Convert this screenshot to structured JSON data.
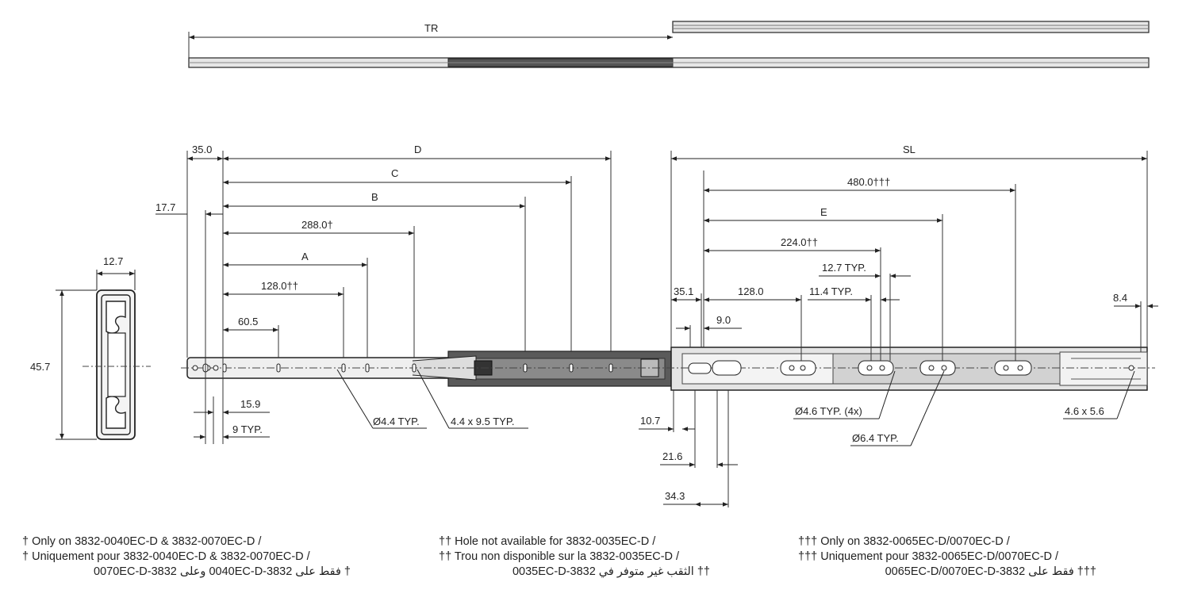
{
  "dimensions": {
    "tr": "TR",
    "d": "D",
    "c": "C",
    "b": "B",
    "a": "A",
    "e": "E",
    "sl": "SL",
    "d_35_0": "35.0",
    "d_17_7": "17.7",
    "d_288_0": "288.0†",
    "d_128_0_dd": "128.0††",
    "d_60_5": "60.5",
    "d_15_9": "15.9",
    "d_9_typ": "9 TYP.",
    "d_12_7": "12.7",
    "d_45_7": "45.7",
    "d_480_0": "480.0†††",
    "d_224_0": "224.0††",
    "d_12_7_typ": "12.7 TYP.",
    "d_11_4_typ": "11.4 TYP.",
    "d_35_1": "35.1",
    "d_128_0": "128.0",
    "d_9_0": "9.0",
    "d_8_4": "8.4",
    "d_10_7": "10.7",
    "d_21_6": "21.6",
    "d_34_3": "34.3"
  },
  "callouts": {
    "hole_44": "Ø4.4 TYP.",
    "slot_44x95": "4.4 x 9.5 TYP.",
    "hole_46": "Ø4.6  TYP. (4x)",
    "hole_64": "Ø6.4 TYP.",
    "slot_46x56": "4.6 x 5.6"
  },
  "notes": {
    "col1": [
      "† Only on 3832-0040EC-D & 3832-0070EC-D /",
      "† Uniquement pour 3832-0040EC-D & 3832-0070EC-D /",
      "† فقط على 3832-0040EC-D وعلى 3832-0070EC-D"
    ],
    "col2": [
      "††  Hole not available for 3832-0035EC-D /",
      "††  Trou non disponible sur la 3832-0035EC-D /",
      "††  الثقب غير متوفر في 3832-0035EC-D"
    ],
    "col3": [
      "†††  Only on 3832-0065EC-D/0070EC-D /",
      "†††  Uniquement pour 3832-0065EC-D/0070EC-D /",
      "††† فقط على 3832-0065EC-D/0070EC-D"
    ]
  }
}
